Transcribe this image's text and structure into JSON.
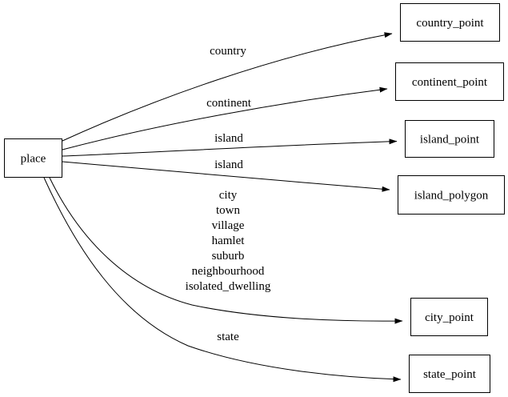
{
  "diagram": {
    "type": "directed-graph",
    "background_color": "#ffffff",
    "stroke_color": "#000000",
    "text_color": "#000000",
    "source": {
      "id": "place",
      "label": "place"
    },
    "nodes": [
      {
        "id": "country_point",
        "label": "country_point"
      },
      {
        "id": "continent_point",
        "label": "continent_point"
      },
      {
        "id": "island_point",
        "label": "island_point"
      },
      {
        "id": "island_polygon",
        "label": "island_polygon"
      },
      {
        "id": "city_point",
        "label": "city_point"
      },
      {
        "id": "state_point",
        "label": "state_point"
      }
    ],
    "edges": [
      {
        "from": "place",
        "to": "country_point",
        "label": "country"
      },
      {
        "from": "place",
        "to": "continent_point",
        "label": "continent"
      },
      {
        "from": "place",
        "to": "island_point",
        "label": "island"
      },
      {
        "from": "place",
        "to": "island_polygon",
        "label": "island"
      },
      {
        "from": "place",
        "to": "city_point",
        "label": "city town village hamlet suburb neighbourhood isolated_dwelling",
        "label_lines": [
          "city",
          "town",
          "village",
          "hamlet",
          "suburb",
          "neighbourhood",
          "isolated_dwelling"
        ]
      },
      {
        "from": "place",
        "to": "state_point",
        "label": "state"
      }
    ]
  }
}
